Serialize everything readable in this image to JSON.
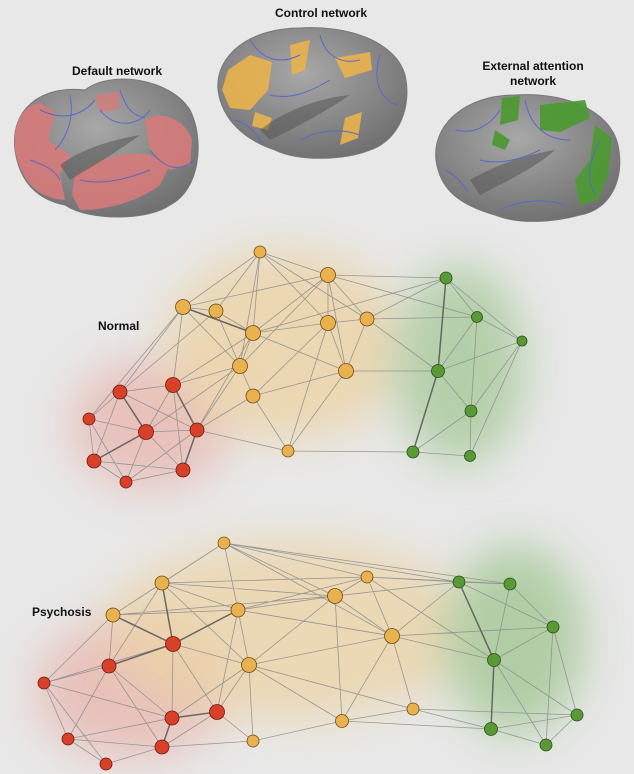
{
  "labels": {
    "default_network": "Default network",
    "control_network": "Control network",
    "external_attention": [
      "External attention",
      "network"
    ],
    "normal": "Normal",
    "psychosis": "Psychosis"
  },
  "colors": {
    "default": "#d9402a",
    "control": "#eab24e",
    "external": "#5a9a36",
    "cortex": "#8c8c8c",
    "sulci": "#5b67c8",
    "background": "#e8e8e8"
  }
}
